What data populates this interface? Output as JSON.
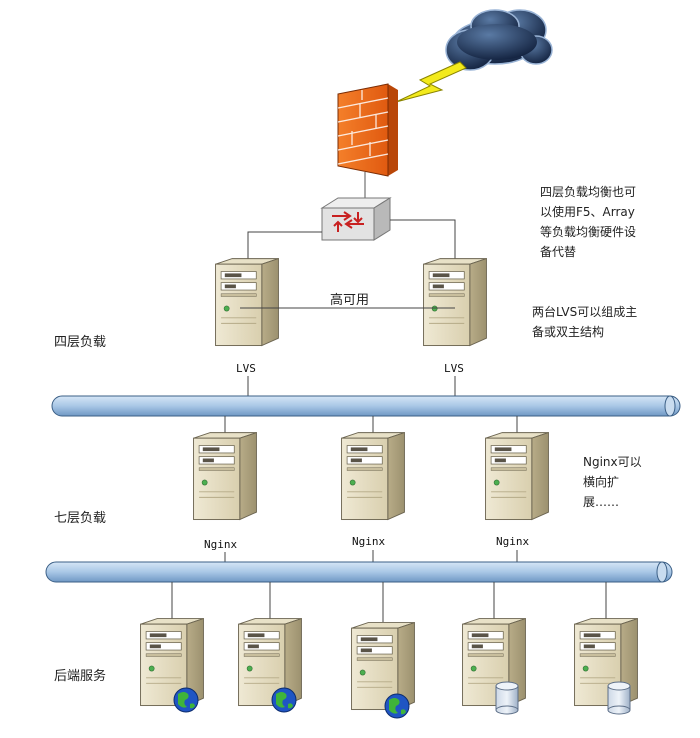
{
  "labels": {
    "layer4": "四层负载",
    "layer7": "七层负载",
    "backend": "后端服务",
    "ha": "高可用",
    "lvs": "LVS",
    "nginx": "Nginx"
  },
  "notes": {
    "hw": [
      "四层负载均衡也可",
      "以使用F5、Array",
      "等负载均衡硬件设",
      "备代替"
    ],
    "lvs": [
      "两台LVS可以组成主",
      "备或双主结构"
    ],
    "nginx": [
      "Nginx可以",
      "横向扩",
      "展……"
    ]
  },
  "backend_icons": [
    "globe-icon",
    "globe-icon",
    "globe-icon",
    "database-icon",
    "database-icon"
  ]
}
